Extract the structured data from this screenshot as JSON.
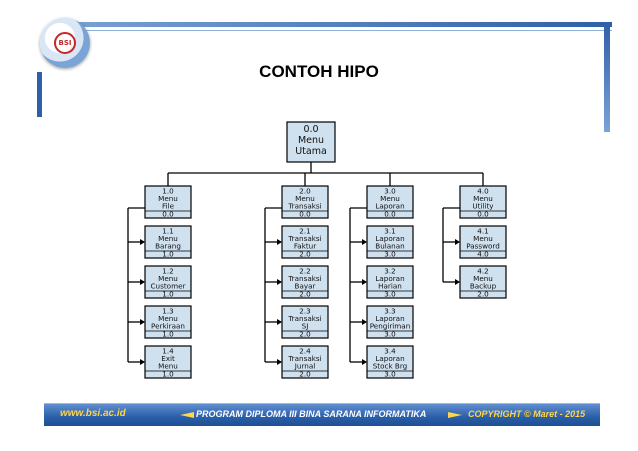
{
  "title": "CONTOH HIPO",
  "logo_text": "BSI",
  "root": {
    "number": "0.0",
    "lines": [
      "Menu",
      "Utama"
    ]
  },
  "modules": [
    {
      "number": "1.0",
      "lines": [
        "Menu",
        "File"
      ],
      "level": "0.0",
      "children": [
        {
          "number": "1.1",
          "lines": [
            "Menu",
            "Barang"
          ],
          "level": "1.0"
        },
        {
          "number": "1.2",
          "lines": [
            "Menu",
            "Customer"
          ],
          "level": "1.0"
        },
        {
          "number": "1.3",
          "lines": [
            "Menu",
            "Perkiraan"
          ],
          "level": "1.0"
        },
        {
          "number": "1.4",
          "lines": [
            "Exit",
            "Menu"
          ],
          "level": "1.0"
        }
      ]
    },
    {
      "number": "2.0",
      "lines": [
        "Menu",
        "Transaksi"
      ],
      "level": "0.0",
      "children": [
        {
          "number": "2.1",
          "lines": [
            "Transaksi",
            "Faktur"
          ],
          "level": "2.0"
        },
        {
          "number": "2.2",
          "lines": [
            "Transaksi",
            "Bayar"
          ],
          "level": "2.0"
        },
        {
          "number": "2.3",
          "lines": [
            "Transaksi",
            "SJ"
          ],
          "level": "2.0"
        },
        {
          "number": "2.4",
          "lines": [
            "Transaksi",
            "Jurnal"
          ],
          "level": "2.0"
        }
      ]
    },
    {
      "number": "3.0",
      "lines": [
        "Menu",
        "Laporan"
      ],
      "level": "0.0",
      "children": [
        {
          "number": "3.1",
          "lines": [
            "Laporan",
            "Bulanan"
          ],
          "level": "3.0"
        },
        {
          "number": "3.2",
          "lines": [
            "Laporan",
            "Harian"
          ],
          "level": "3.0"
        },
        {
          "number": "3.3",
          "lines": [
            "Laporan",
            "Pengiriman"
          ],
          "level": "3.0"
        },
        {
          "number": "3.4",
          "lines": [
            "Laporan",
            "Stock Brg"
          ],
          "level": "3.0"
        }
      ]
    },
    {
      "number": "4.0",
      "lines": [
        "Menu",
        "Utility"
      ],
      "level": "0.0",
      "children": [
        {
          "number": "4.1",
          "lines": [
            "Menu",
            "Password"
          ],
          "level": "4.0"
        },
        {
          "number": "4.2",
          "lines": [
            "Menu",
            "Backup"
          ],
          "level": "2.0"
        }
      ]
    }
  ],
  "footer": {
    "url": "www.bsi.ac.id",
    "program": "PROGRAM DIPLOMA III BINA SARANA INFORMATIKA",
    "copyright": "COPYRIGHT © Maret - 2015"
  },
  "colors": {
    "box_fill": "#cfe0ef",
    "line": "#000000",
    "frame_blue": "#2f5fa8",
    "footer_gold": "#ffd54a"
  }
}
